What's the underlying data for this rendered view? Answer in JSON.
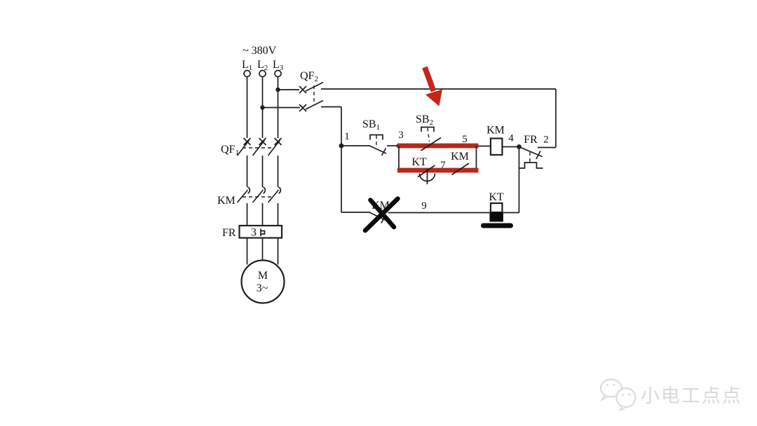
{
  "diagram": {
    "power": {
      "voltage": "~ 380V",
      "l1": {
        "base": "L",
        "sub": "1"
      },
      "l2": {
        "base": "L",
        "sub": "2"
      },
      "l3": {
        "base": "L",
        "sub": "3"
      }
    },
    "components": {
      "qf2": {
        "base": "QF",
        "sub": "2"
      },
      "qf1": {
        "base": "QF",
        "sub": "1"
      },
      "km_main": "KM",
      "fr_main": "FR",
      "fr_poles": "3",
      "motor_letter": "M",
      "motor_phases": "3~",
      "sb1": {
        "base": "SB",
        "sub": "1"
      },
      "sb2": {
        "base": "SB",
        "sub": "2"
      },
      "km_coil": "KM",
      "fr_aux": "FR",
      "kt_contact": "KT",
      "km_aux": "KM",
      "km_nc": "KM",
      "kt_coil": "KT"
    },
    "nodes": {
      "n1": "1",
      "n2": "2",
      "n3": "3",
      "n4": "4",
      "n5": "5",
      "n7": "7",
      "n9": "9"
    },
    "colors": {
      "wire": "#1f1f1f",
      "highlight_red": "#b6291c",
      "arrow_red": "#c4271a",
      "annotation_black": "#0a0a0a",
      "watermark_gray": "#d9d9d9"
    }
  },
  "watermark": {
    "text": "小电工点点"
  }
}
